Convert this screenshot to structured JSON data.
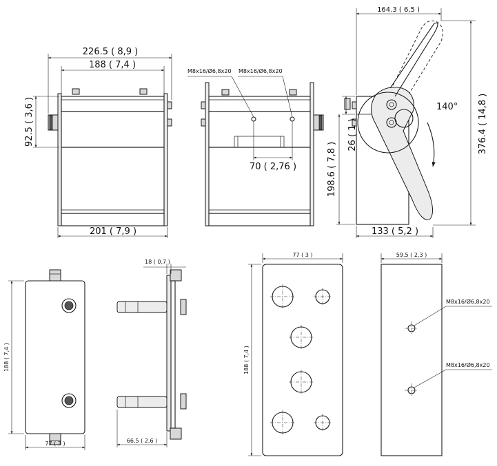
{
  "dims": {
    "front_overall_width": "226.5 ( 8,9 )",
    "front_bolt_span": "188 ( 7,4 )",
    "front_height": "92.5 ( 3,6 )",
    "front_bottom_width": "201 ( 7,9 )",
    "back_callout_left": "M8x16/Ø6,8x20",
    "back_callout_right": "M8x16/Ø6,8x20",
    "back_hole_spacing": "70 ( 2,76 )",
    "side_top_width": "164.3 ( 6,5 )",
    "side_pivot_height": "26 ( 1 )",
    "side_body_height": "198.6 ( 7,8 )",
    "side_overall_height": "376.4 ( 14,8 )",
    "side_bottom_width": "133 ( 5,2 )",
    "side_angle": "140°",
    "plate_height": "188 ( 7,4 )",
    "plate_width": "77 ( 3 )",
    "pin_flange": "18 ( 0,7 )",
    "pin_length": "66.5 ( 2,6 )",
    "holes_plate_width": "77 ( 3 )",
    "holes_plate_height": "188 ( 7,4 )",
    "mount_plate_width": "59.5 ( 2,3 )",
    "mount_callout_upper": "M8x16/Ø6,8x20",
    "mount_callout_lower": "M8x16/Ø6,8x20"
  }
}
